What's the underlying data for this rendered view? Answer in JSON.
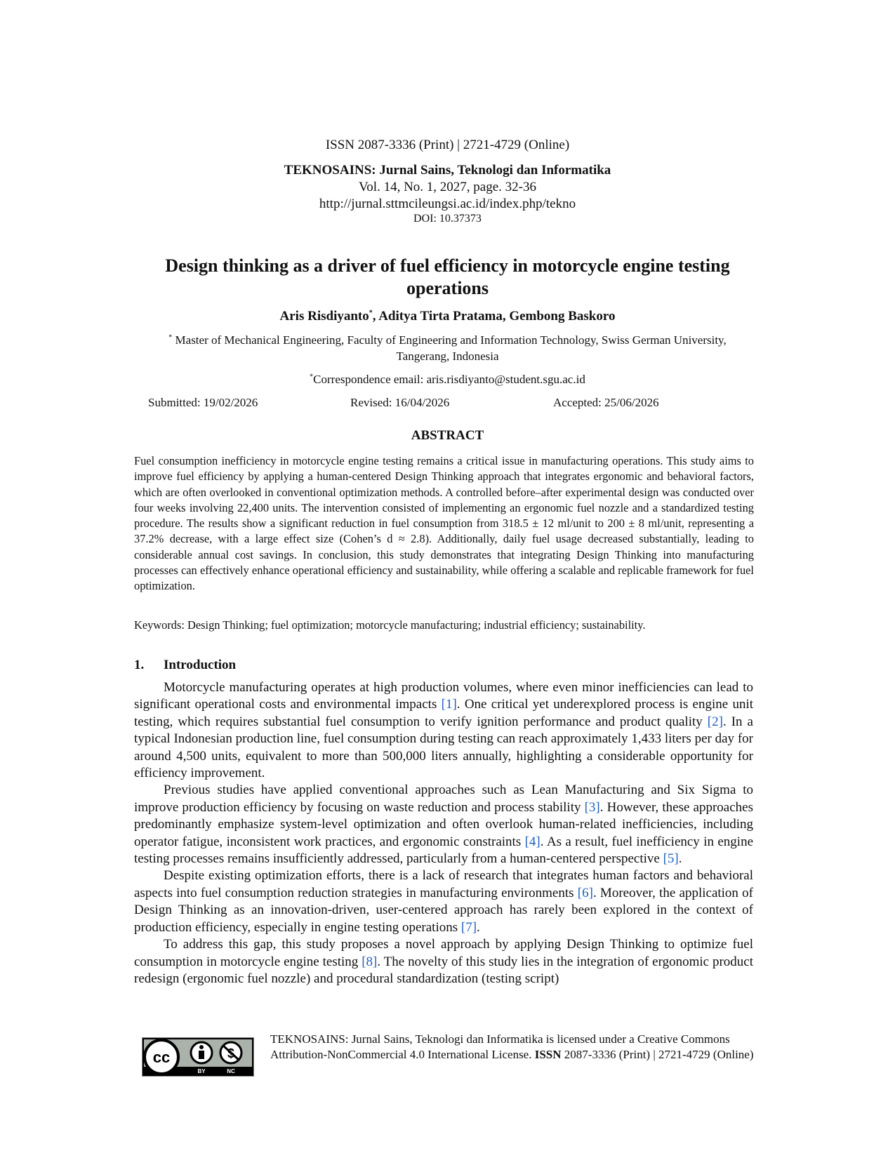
{
  "header": {
    "issn": "ISSN 2087-3336 (Print) | 2721-4729 (Online)",
    "journal": "TEKNOSAINS: Jurnal Sains, Teknologi dan Informatika",
    "volume": "Vol. 14, No. 1, 2027, page. 32-36",
    "url": "http://jurnal.sttmcileungsi.ac.id/index.php/tekno",
    "doi": "DOI: 10.37373"
  },
  "paper": {
    "title": "Design thinking as a driver of fuel efficiency in motorcycle engine testing operations",
    "author1": "Aris Risdiyanto",
    "author_mark": "*",
    "authors_rest": ", Aditya Tirta Pratama, Gembong Baskoro",
    "affiliation_mark": "*",
    "affiliation": "Master of Mechanical Engineering, Faculty of Engineering and Information Technology, Swiss German University, Tangerang, Indonesia",
    "email_mark": "*",
    "email": "Correspondence email: aris.risdiyanto@student.sgu.ac.id",
    "submitted": "Submitted: 19/02/2026",
    "revised": "Revised: 16/04/2026",
    "accepted": "Accepted: 25/06/2026"
  },
  "abstract": {
    "heading": "ABSTRACT",
    "text": "Fuel consumption inefficiency in motorcycle engine testing remains a critical issue in manufacturing operations. This study aims to improve fuel efficiency by applying a human-centered Design Thinking approach that integrates ergonomic and behavioral factors, which are often overlooked in conventional optimization methods. A controlled before–after experimental design was conducted over four weeks involving 22,400 units. The intervention consisted of implementing an ergonomic fuel nozzle and a standardized testing procedure. The results show a significant reduction in fuel consumption from 318.5 ± 12 ml/unit to 200 ± 8 ml/unit, representing a 37.2% decrease, with a large effect size (Cohen’s d ≈ 2.8). Additionally, daily fuel usage decreased substantially, leading to considerable annual cost savings. In conclusion, this study demonstrates that integrating Design Thinking into manufacturing processes can effectively enhance operational efficiency and sustainability, while offering a scalable and replicable framework for fuel optimization.",
    "keywords": "Keywords: Design Thinking; fuel optimization; motorcycle manufacturing; industrial efficiency; sustainability."
  },
  "section1": {
    "number": "1.",
    "title": "Introduction",
    "p1": [
      "Motorcycle manufacturing operates at high production volumes, where even minor inefficiencies can lead to significant operational costs and environmental impacts ",
      "[1]",
      ". One critical yet underexplored process is engine unit testing, which requires substantial fuel consumption to verify ignition performance and product quality ",
      "[2]",
      ". In a typical Indonesian production line, fuel consumption during testing can reach approximately 1,433 liters per day for around 4,500 units, equivalent to more than 500,000 liters annually, highlighting a considerable opportunity for efficiency improvement."
    ],
    "p2": [
      "Previous studies have applied conventional approaches such as Lean Manufacturing and Six Sigma to improve production efficiency by focusing on waste reduction and process stability ",
      "[3]",
      ". However, these approaches predominantly emphasize system-level optimization and often overlook human-related inefficiencies, including operator fatigue, inconsistent work practices, and ergonomic constraints ",
      "[4]",
      ". As a result, fuel inefficiency in engine testing processes remains insufficiently addressed, particularly from a human-centered perspective ",
      "[5]",
      "."
    ],
    "p3": [
      "Despite existing optimization efforts, there is a lack of research that integrates human factors and behavioral aspects into fuel consumption reduction strategies in manufacturing environments ",
      "[6]",
      ". Moreover, the application of Design Thinking as an innovation-driven, user-centered approach has rarely been explored in the context of production efficiency, especially in engine testing operations ",
      "[7]",
      "."
    ],
    "p4": [
      "To address this gap, this study proposes a novel approach by applying Design Thinking to optimize fuel consumption in motorcycle engine testing ",
      "[8]",
      ". The novelty of this study lies in the integration of ergonomic product redesign (ergonomic fuel nozzle) and procedural standardization (testing script)"
    ]
  },
  "footer": {
    "license_text_1": "TEKNOSAINS: Jurnal Sains, Teknologi dan Informatika is licensed under a Creative Commons Attribution-NonCommercial 4.0 International License. ",
    "license_issn_label": "ISSN",
    "license_text_2": " 2087-3336 (Print) | 2721-4729 (Online)",
    "cc_badge": {
      "cc": "cc",
      "by": "BY",
      "nc": "NC"
    }
  }
}
